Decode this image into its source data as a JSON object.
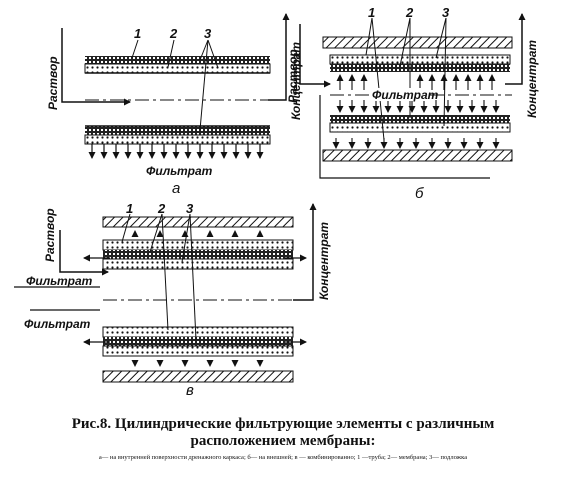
{
  "labels": {
    "solution": "Раствор",
    "concentrate": "Концентрат",
    "filtrate": "Фильтрат"
  },
  "numbers": {
    "n1": "1",
    "n2": "2",
    "n3": "3"
  },
  "sublabels": {
    "a": "а",
    "b": "б",
    "c": "в"
  },
  "caption": {
    "title_line1": "Рис.8. Цилиндрические фильтрующие элементы с различным",
    "title_line2": "расположением мембраны:",
    "legend": "а— на внутренней поверхности дренажного каркаса; б— на внешней; в — комбинированно; 1 —труба; 2— мембрана; 3— подложка"
  }
}
